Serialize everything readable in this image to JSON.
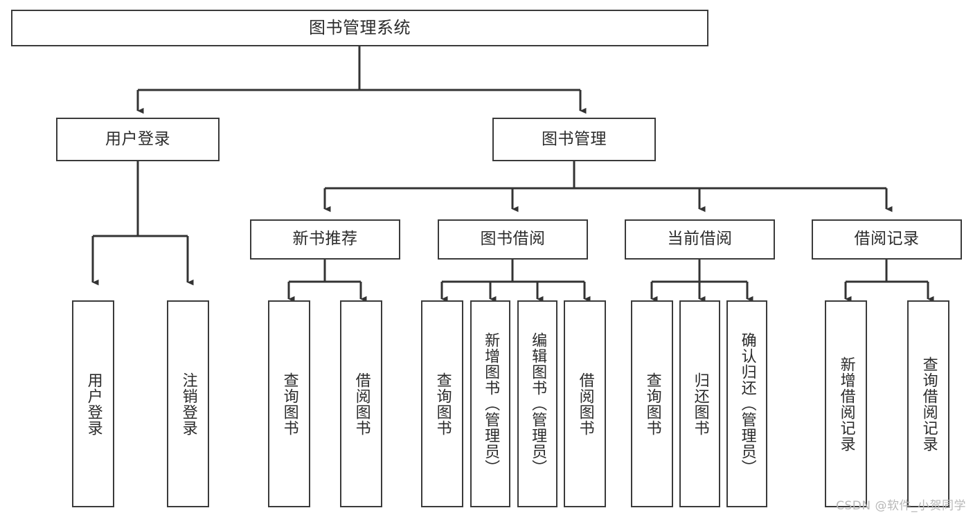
{
  "diagram": {
    "title": "图书管理系统",
    "type": "tree",
    "watermark": "CSDN @软件_小贺同学",
    "colors": {
      "border": "#3a3a3a",
      "background": "#ffffff",
      "text": "#2b2b2b",
      "connector": "#333333",
      "watermark": "#b8b8b8"
    },
    "root": {
      "label": "图书管理系统"
    },
    "level2": [
      {
        "label": "用户登录"
      },
      {
        "label": "图书管理"
      }
    ],
    "level3": [
      {
        "label": "新书推荐"
      },
      {
        "label": "图书借阅"
      },
      {
        "label": "当前借阅"
      },
      {
        "label": "借阅记录"
      }
    ],
    "leaves": {
      "user_login": [
        {
          "label": "用户登录"
        },
        {
          "label": "注销登录"
        }
      ],
      "new_book_recommend": [
        {
          "label": "查询图书"
        },
        {
          "label": "借阅图书"
        }
      ],
      "book_borrow": [
        {
          "label": "查询图书"
        },
        {
          "label": "新增图书（管理员）"
        },
        {
          "label": "编辑图书（管理员）"
        },
        {
          "label": "借阅图书"
        }
      ],
      "current_borrow": [
        {
          "label": "查询图书"
        },
        {
          "label": "归还图书"
        },
        {
          "label": "确认归还（管理员）"
        }
      ],
      "borrow_record": [
        {
          "label": "新增借阅记录"
        },
        {
          "label": "查询借阅记录"
        }
      ]
    }
  }
}
